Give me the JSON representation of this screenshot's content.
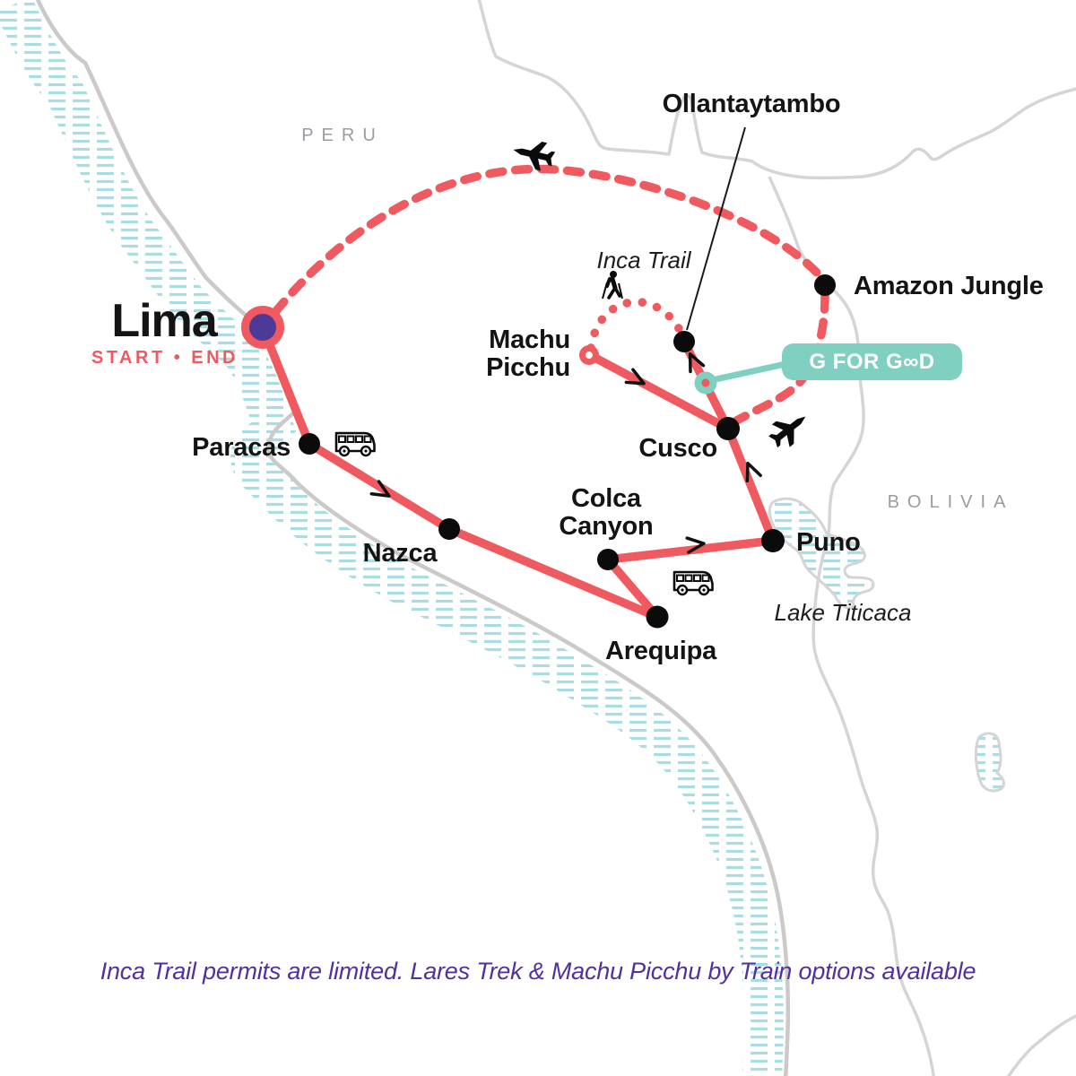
{
  "map_title": "Peru tour itinerary map",
  "labels": {
    "lima": "Lima",
    "lima_sub": "START • END",
    "paracas": "Paracas",
    "nazca": "Nazca",
    "arequipa": "Arequipa",
    "colca_l1": "Colca",
    "colca_l2": "Canyon",
    "puno": "Puno",
    "cusco": "Cusco",
    "machu_l1": "Machu",
    "machu_l2": "Picchu",
    "amazon": "Amazon Jungle",
    "ollantaytambo": "Ollantaytambo",
    "inca_trail": "Inca Trail",
    "lake_titicaca": "Lake Titicaca",
    "peru": "PERU",
    "bolivia": "BOLIVIA"
  },
  "badge": {
    "label": "G FOR GOOD",
    "display": "G FOR G∞D"
  },
  "caption": "Inca Trail permits are limited. Lares Trek & Machu Picchu by Train options available",
  "route": {
    "start_end": "Lima",
    "stops": [
      {
        "name": "Lima",
        "marker": "purple-start-end"
      },
      {
        "name": "Paracas",
        "marker": "black-dot"
      },
      {
        "name": "Nazca",
        "marker": "black-dot"
      },
      {
        "name": "Arequipa",
        "marker": "black-dot"
      },
      {
        "name": "Colca Canyon",
        "marker": "black-dot"
      },
      {
        "name": "Puno",
        "marker": "black-dot"
      },
      {
        "name": "Cusco",
        "marker": "black-dot"
      },
      {
        "name": "Ollantaytambo",
        "marker": "black-dot"
      },
      {
        "name": "Machu Picchu",
        "marker": "open-red-ring"
      },
      {
        "name": "Amazon Jungle",
        "marker": "black-dot"
      }
    ],
    "segments": [
      {
        "from": "Lima",
        "to": "Paracas",
        "style": "solid",
        "mode": "bus"
      },
      {
        "from": "Paracas",
        "to": "Nazca",
        "style": "solid",
        "mode": "road"
      },
      {
        "from": "Nazca",
        "to": "Arequipa",
        "style": "solid",
        "mode": "road"
      },
      {
        "from": "Arequipa",
        "to": "Colca Canyon",
        "style": "solid",
        "mode": "road"
      },
      {
        "from": "Colca Canyon",
        "to": "Puno",
        "style": "solid",
        "mode": "bus"
      },
      {
        "from": "Puno",
        "to": "Cusco",
        "style": "solid",
        "mode": "road"
      },
      {
        "from": "Cusco",
        "to": "Ollantaytambo",
        "style": "solid",
        "mode": "road"
      },
      {
        "from": "Ollantaytambo",
        "to": "Machu Picchu",
        "style": "dotted",
        "mode": "hike (Inca Trail)"
      },
      {
        "from": "Machu Picchu",
        "to": "Cusco",
        "style": "solid",
        "mode": "road"
      },
      {
        "from": "Cusco",
        "to": "Amazon Jungle",
        "style": "dashed",
        "mode": "flight"
      },
      {
        "from": "Amazon Jungle",
        "to": "Lima",
        "style": "dashed",
        "mode": "flight"
      }
    ],
    "icons": [
      "airplane",
      "airplane",
      "bus",
      "bus",
      "hiker"
    ]
  },
  "colors": {
    "route_red": "#EE5A5F",
    "teal": "#7FD0C1",
    "start_marker_purple": "#4C3A96",
    "caption_purple": "#52309E",
    "water_hatch_teal": "#A8DEE1",
    "coast_gray": "#CCC9C9",
    "border_gray": "#D6D4D4",
    "region_label_gray": "#9B9BA1"
  }
}
